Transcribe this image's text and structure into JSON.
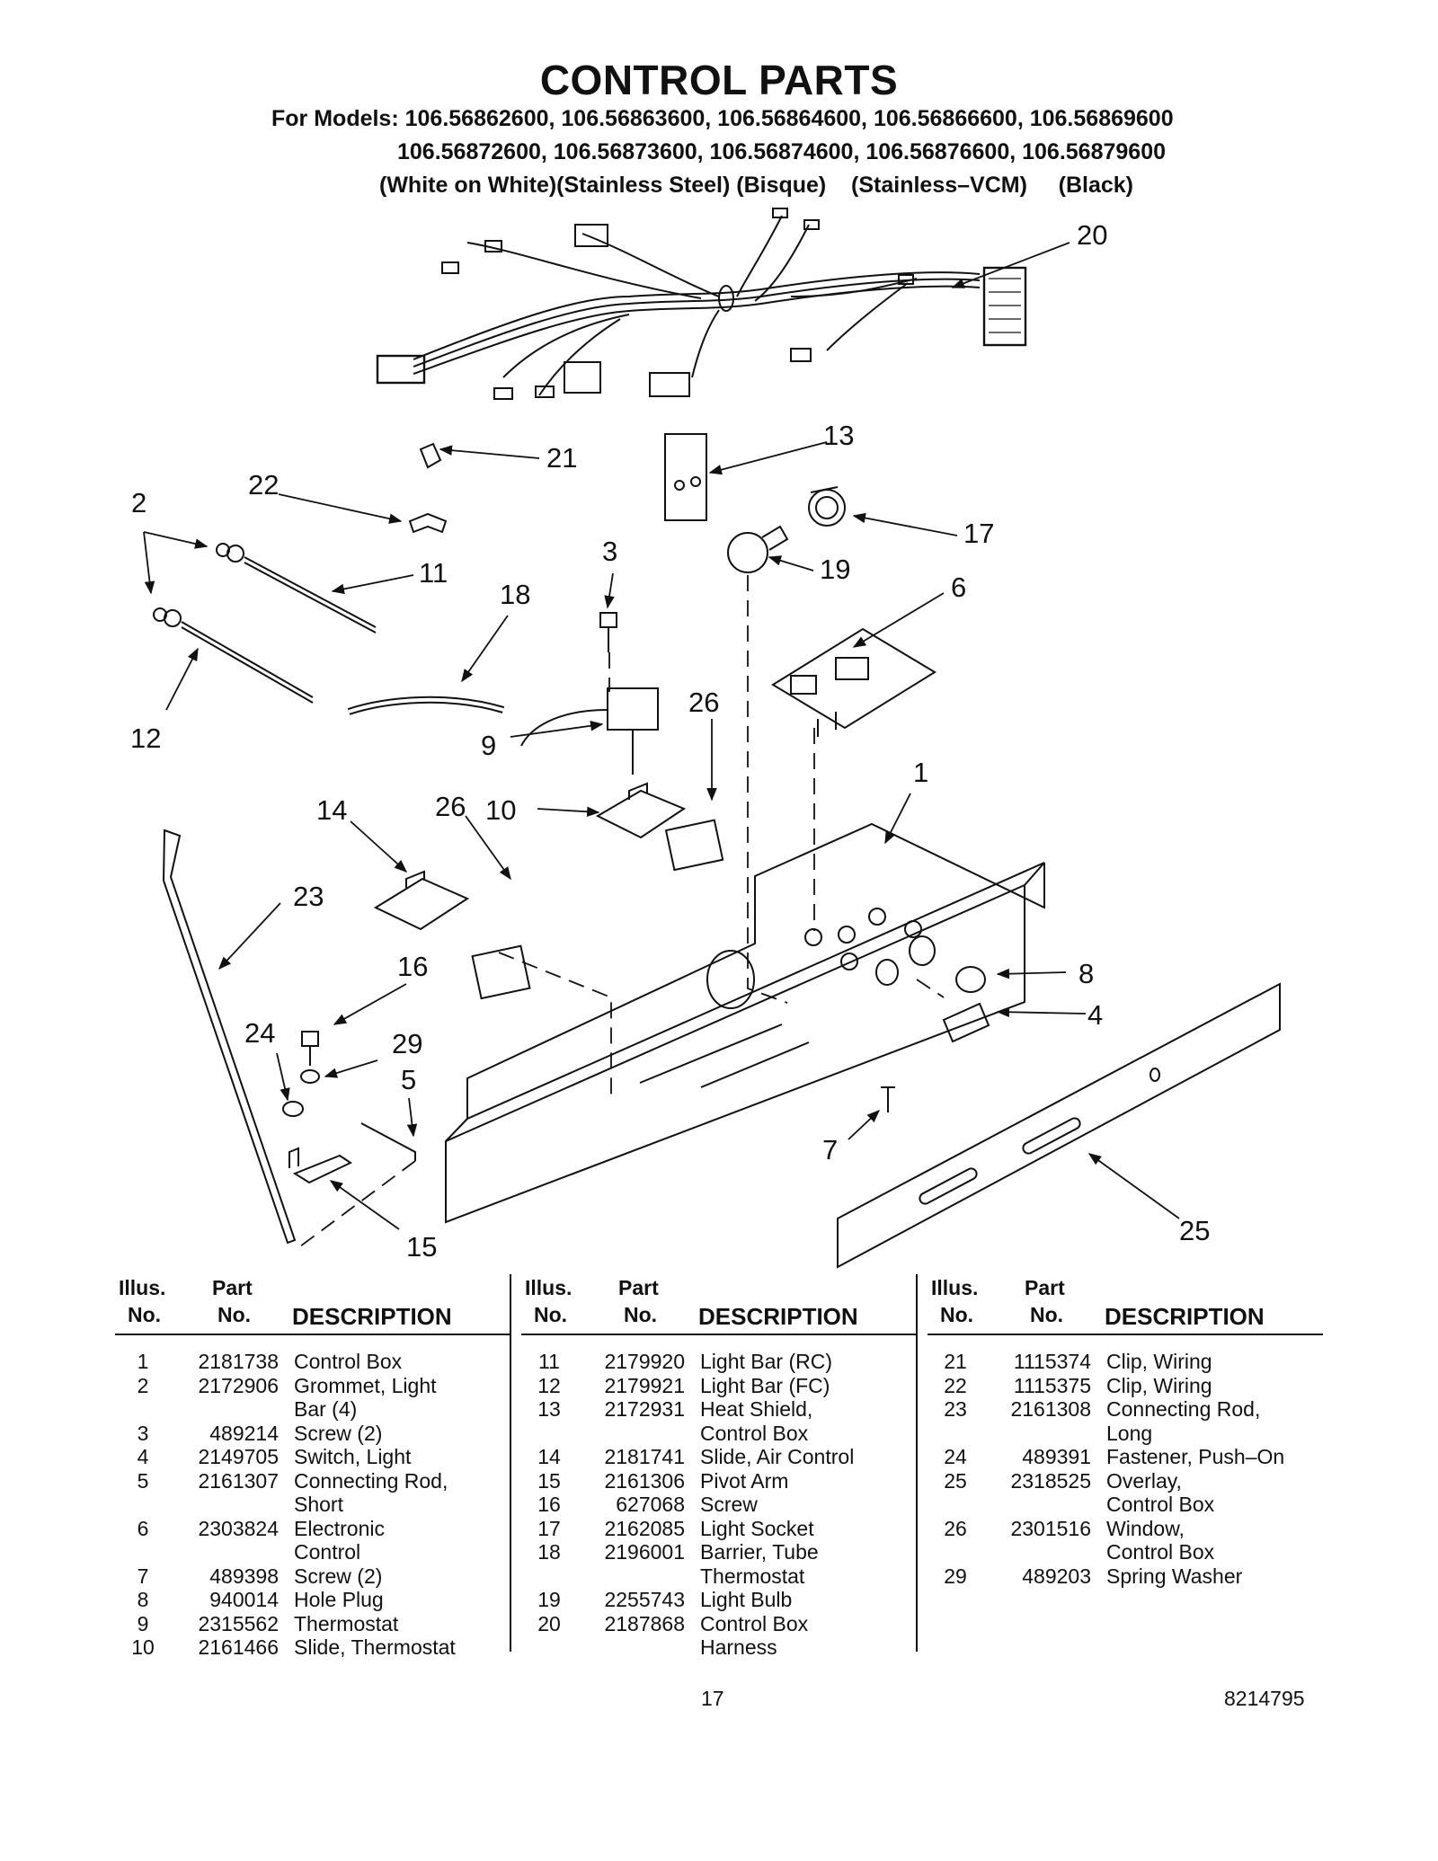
{
  "title": "CONTROL PARTS",
  "models": {
    "line1": "For Models: 106.56862600, 106.56863600, 106.56864600, 106.56866600, 106.56869600",
    "line2": "106.56872600, 106.56873600, 106.56874600, 106.56876600, 106.56879600",
    "line3": "(White on White)(Stainless Steel) (Bisque)    (Stainless–VCM)     (Black)"
  },
  "callouts": [
    "20",
    "21",
    "13",
    "22",
    "2",
    "17",
    "11",
    "3",
    "19",
    "6",
    "18",
    "26",
    "12",
    "9",
    "1",
    "14",
    "26",
    "10",
    "23",
    "16",
    "8",
    "24",
    "29",
    "4",
    "5",
    "7",
    "25",
    "15"
  ],
  "table_headers": {
    "illus": "Illus.",
    "no": "No.",
    "part": "Part",
    "part_no": "No.",
    "description": "DESCRIPTION"
  },
  "parts_col1": [
    {
      "illus": "1",
      "part": "2181738",
      "desc": "Control Box"
    },
    {
      "illus": "2",
      "part": "2172906",
      "desc": "Grommet, Light\nBar (4)"
    },
    {
      "illus": "3",
      "part": "489214",
      "desc": "Screw (2)"
    },
    {
      "illus": "4",
      "part": "2149705",
      "desc": "Switch, Light"
    },
    {
      "illus": "5",
      "part": "2161307",
      "desc": "Connecting Rod,\nShort"
    },
    {
      "illus": "6",
      "part": "2303824",
      "desc": "Electronic\nControl"
    },
    {
      "illus": "7",
      "part": "489398",
      "desc": "Screw (2)"
    },
    {
      "illus": "8",
      "part": "940014",
      "desc": "Hole Plug"
    },
    {
      "illus": "9",
      "part": "2315562",
      "desc": "Thermostat"
    },
    {
      "illus": "10",
      "part": "2161466",
      "desc": "Slide, Thermostat"
    }
  ],
  "parts_col2": [
    {
      "illus": "11",
      "part": "2179920",
      "desc": "Light Bar (RC)"
    },
    {
      "illus": "12",
      "part": "2179921",
      "desc": "Light Bar (FC)"
    },
    {
      "illus": "13",
      "part": "2172931",
      "desc": "Heat Shield,\nControl Box"
    },
    {
      "illus": "14",
      "part": "2181741",
      "desc": "Slide, Air Control"
    },
    {
      "illus": "15",
      "part": "2161306",
      "desc": "Pivot Arm"
    },
    {
      "illus": "16",
      "part": "627068",
      "desc": "Screw"
    },
    {
      "illus": "17",
      "part": "2162085",
      "desc": "Light Socket"
    },
    {
      "illus": "18",
      "part": "2196001",
      "desc": "Barrier, Tube\nThermostat"
    },
    {
      "illus": "19",
      "part": "2255743",
      "desc": "Light Bulb"
    },
    {
      "illus": "20",
      "part": "2187868",
      "desc": "Control Box\nHarness"
    }
  ],
  "parts_col3": [
    {
      "illus": "21",
      "part": "1115374",
      "desc": "Clip, Wiring"
    },
    {
      "illus": "22",
      "part": "1115375",
      "desc": "Clip, Wiring"
    },
    {
      "illus": "23",
      "part": "2161308",
      "desc": "Connecting Rod,\nLong"
    },
    {
      "illus": "24",
      "part": "489391",
      "desc": "Fastener, Push–On"
    },
    {
      "illus": "25",
      "part": "2318525",
      "desc": "Overlay,\nControl Box"
    },
    {
      "illus": "26",
      "part": "2301516",
      "desc": "Window,\nControl Box"
    },
    {
      "illus": "29",
      "part": "489203",
      "desc": "Spring Washer"
    }
  ],
  "footer": {
    "page": "17",
    "doc_number": "8214795"
  }
}
